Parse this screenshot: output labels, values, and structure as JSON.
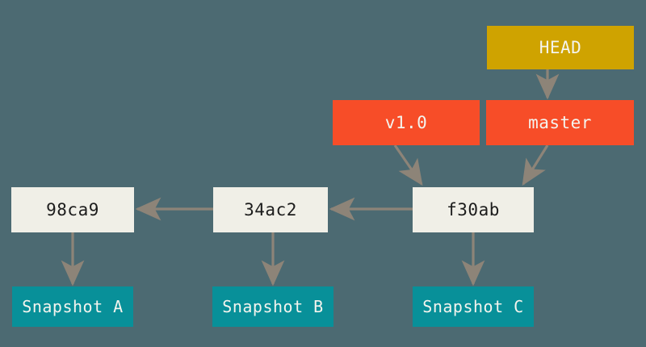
{
  "diagram": {
    "title": "git-branches-and-commits",
    "background_color": "#4c6a72",
    "colors": {
      "head": "#cfa300",
      "ref": "#f74d28",
      "commit": "#f0efe7",
      "commit_text": "#1c1c1c",
      "snapshot": "#089099",
      "arrow": "#8d8478",
      "box_text": "#f4f4ee"
    },
    "nodes": {
      "head": {
        "label": "HEAD",
        "kind": "head-pointer"
      },
      "tag": {
        "label": "v1.0",
        "kind": "tag"
      },
      "branch": {
        "label": "master",
        "kind": "branch"
      },
      "commit_a": {
        "label": "98ca9",
        "kind": "commit"
      },
      "commit_b": {
        "label": "34ac2",
        "kind": "commit"
      },
      "commit_c": {
        "label": "f30ab",
        "kind": "commit"
      },
      "snapshot_a": {
        "label": "Snapshot A",
        "kind": "snapshot"
      },
      "snapshot_b": {
        "label": "Snapshot B",
        "kind": "snapshot"
      },
      "snapshot_c": {
        "label": "Snapshot C",
        "kind": "snapshot"
      }
    },
    "edges": [
      {
        "from": "HEAD",
        "to": "master",
        "direction": "down"
      },
      {
        "from": "v1.0",
        "to": "f30ab",
        "direction": "down-right"
      },
      {
        "from": "master",
        "to": "f30ab",
        "direction": "down-left"
      },
      {
        "from": "f30ab",
        "to": "34ac2",
        "direction": "left"
      },
      {
        "from": "34ac2",
        "to": "98ca9",
        "direction": "left"
      },
      {
        "from": "98ca9",
        "to": "Snapshot A",
        "direction": "down"
      },
      {
        "from": "34ac2",
        "to": "Snapshot B",
        "direction": "down"
      },
      {
        "from": "f30ab",
        "to": "Snapshot C",
        "direction": "down"
      }
    ]
  }
}
